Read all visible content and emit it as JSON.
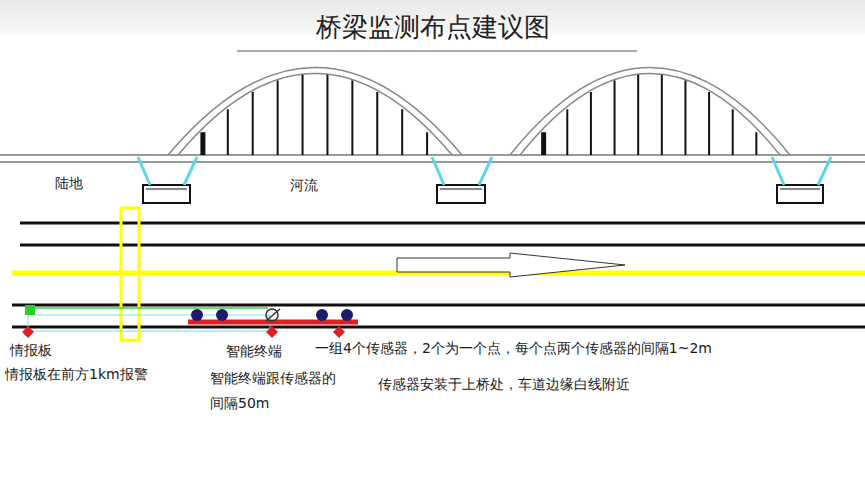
{
  "diagram": {
    "title": "桥梁监测布点建议图",
    "labels": [
      "陆地",
      "河流",
      "情报板",
      "情报板在前方1km报警",
      "智能终端",
      "智能终端跟传感器的 间隔50m",
      "一组4个传感器，2个为一个点，每个点两个传感器的间隔1~2m",
      "传感器安装于上桥处，车道边缘白线附近"
    ]
  }
}
